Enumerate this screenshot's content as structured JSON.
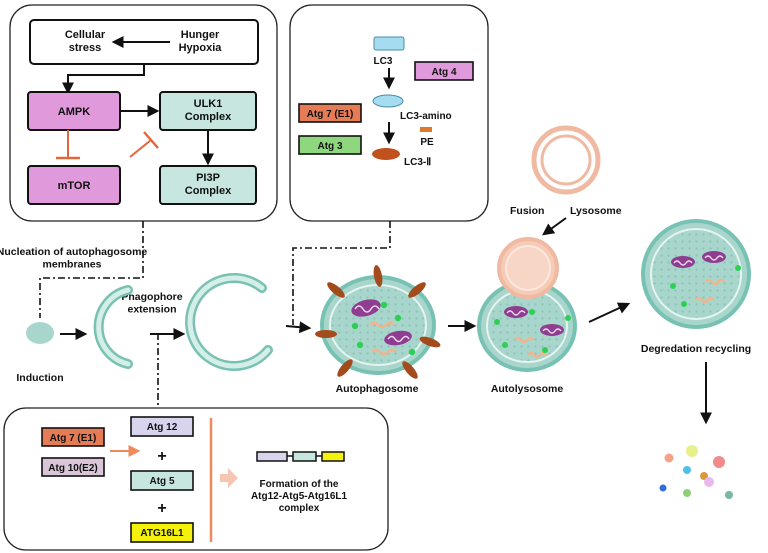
{
  "pathway_panel": {
    "cellular_stress": "Cellular\nstress",
    "hunger_hypoxia": "Hunger\nHypoxia",
    "ampk": "AMPK",
    "ulk1": "ULK1\nComplex",
    "mtor": "mTOR",
    "pi3p": "PI3P\nComplex"
  },
  "lc3_panel": {
    "lc3": "LC3",
    "atg4": "Atg 4",
    "atg7": "Atg 7 (E1)",
    "atg3": "Atg 3",
    "lc3_amino": "LC3-amino",
    "pe": "PE",
    "lc3_ii": "LC3-Ⅱ"
  },
  "complex_panel": {
    "atg7": "Atg 7 (E1)",
    "atg10": "Atg 10(E2)",
    "atg12": "Atg 12",
    "plus1": "+",
    "atg5": "Atg 5",
    "plus2": "+",
    "atg16l1": "ATG16L1",
    "formation": "Formation of the\nAtg12-Atg5-Atg16L1\ncomplex"
  },
  "stages": {
    "nucleation": "Nucleation of autophagosome\nmembranes",
    "phagophore": "Phagophore\nextension",
    "induction": "Induction",
    "autophagosome": "Autophagosome",
    "fusion": "Fusion",
    "lysosome": "Lysosome",
    "autolysosome": "Autolysosome",
    "degradation": "Degredation recycling"
  },
  "colors": {
    "pink": "#e099db",
    "mint": "#c6e6df",
    "cell_fill": "#a9d6cc",
    "cell_stroke": "#78c2b4",
    "lavender": "#d9d4ee",
    "light_blue": "#a6dcf0",
    "orange_box": "#e57c55",
    "green_box": "#8fd77e",
    "yellow": "#f4f20c",
    "brown": "#c1511d",
    "lysosome": "#f0b9a2",
    "mito": "#8e3d91",
    "red_inhibit": "#e3663c",
    "arrow_orange": "#f08a5c"
  }
}
